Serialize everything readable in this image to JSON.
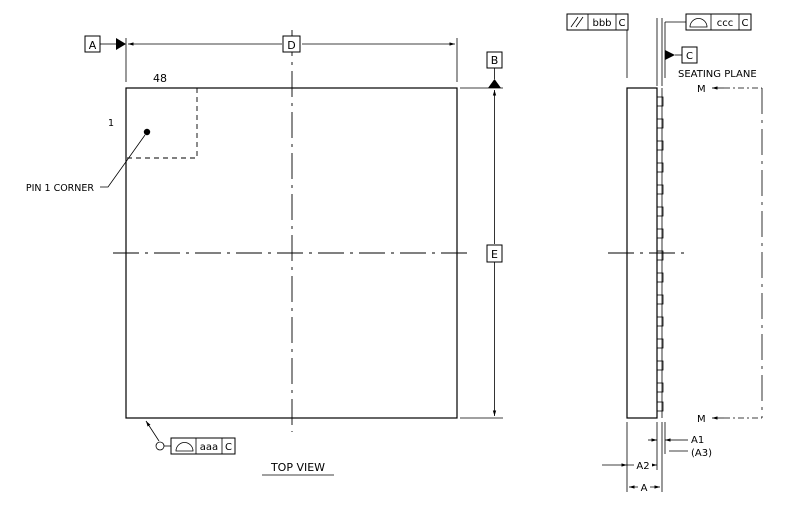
{
  "top_view": {
    "title": "TOP VIEW",
    "pin_48_label": "48",
    "pin_1_label": "1",
    "pin_1_callout": "PIN 1 CORNER",
    "dim_D": "D",
    "dim_E": "E",
    "datum_A": "A",
    "datum_B": "B",
    "flatness_value": "aaa",
    "flatness_datum": "C"
  },
  "side_view": {
    "parallelism_value": "bbb",
    "parallelism_datum": "C",
    "profile_value": "ccc",
    "profile_datum": "C",
    "datum_C": "C",
    "seating_plane": "SEATING PLANE",
    "m_label_top": "M",
    "m_label_bottom": "M",
    "dim_A1": "A1",
    "dim_A3": "(A3)",
    "dim_A2": "A2",
    "dim_A": "A"
  }
}
